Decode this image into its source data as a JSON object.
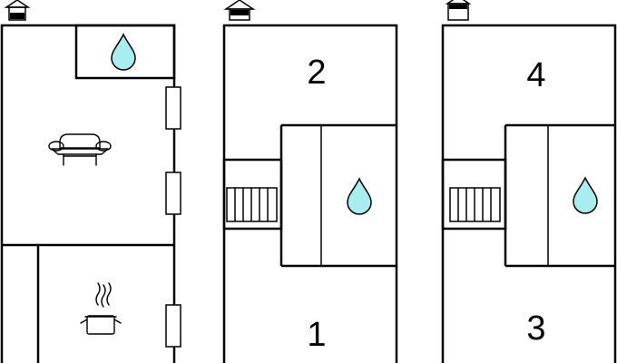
{
  "floors": [
    {
      "id": "ground",
      "rooms": []
    },
    {
      "id": "first",
      "rooms": [
        {
          "number": "2"
        },
        {
          "number": "1"
        }
      ]
    },
    {
      "id": "second",
      "rooms": [
        {
          "number": "4"
        },
        {
          "number": "3"
        }
      ]
    }
  ],
  "icons": {
    "floor_indicators": [
      "house-ground-floor-icon",
      "house-first-floor-icon",
      "house-second-floor-icon"
    ],
    "amenities": [
      "water-drop-icon",
      "sofa-icon",
      "cooking-pot-icon",
      "staircase-icon"
    ]
  },
  "colors": {
    "water_drop": "#a8eef0",
    "walls": "#000000",
    "background": "#ffffff"
  }
}
